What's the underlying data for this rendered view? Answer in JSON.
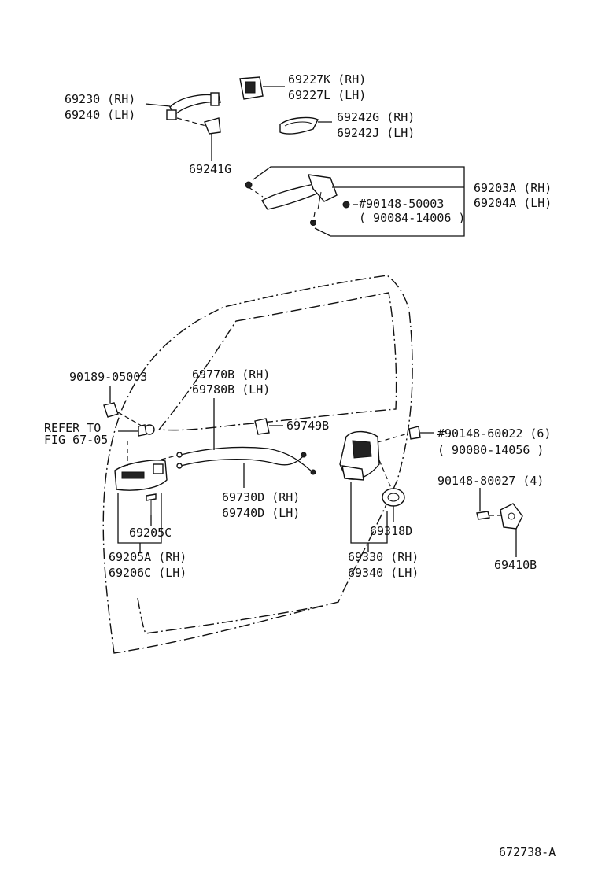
{
  "labels": {
    "p69230": "69230 (RH)",
    "p69240": "69240 (LH)",
    "p69227k": "69227K (RH)",
    "p69227l": "69227L (LH)",
    "p69242g": "69242G (RH)",
    "p69242j": "69242J (LH)",
    "p69241g": "69241G",
    "p69203a": "69203A (RH)",
    "p69204a": "69204A (LH)",
    "p90148_50003": "#90148-50003",
    "p90084_14006": "( 90084-14006 )",
    "p90189_05003": "90189-05003",
    "refer_to_1": "REFER TO",
    "refer_to_2": "FIG 67-05",
    "p69770b": "69770B (RH)",
    "p69780b": "69780B (LH)",
    "p69749b": "69749B",
    "p90148_60022": "#90148-60022 (6)",
    "p90080_14056": "( 90080-14056 )",
    "p90148_80027": "90148-80027 (4)",
    "p69730d": "69730D (RH)",
    "p69740d": "69740D (LH)",
    "p69318d": "69318D",
    "p69205c": "69205C",
    "p69205a": "69205A (RH)",
    "p69206c": "69206C (LH)",
    "p69330": "69330 (RH)",
    "p69340": "69340 (LH)",
    "p69410b": "69410B",
    "figure_id": "672738-A"
  }
}
